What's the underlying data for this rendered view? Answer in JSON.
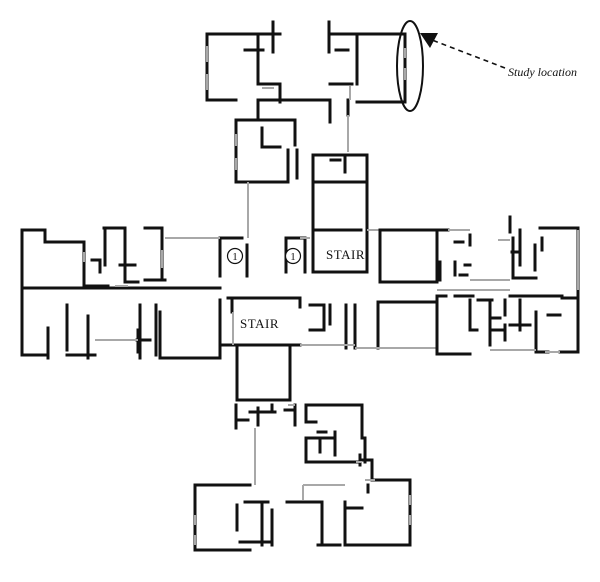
{
  "annotation": {
    "text": "Study location"
  },
  "labels": {
    "stair_right": "STAIR",
    "stair_left": "STAIR"
  },
  "markers": [
    {
      "label": "1"
    },
    {
      "label": "1"
    }
  ]
}
